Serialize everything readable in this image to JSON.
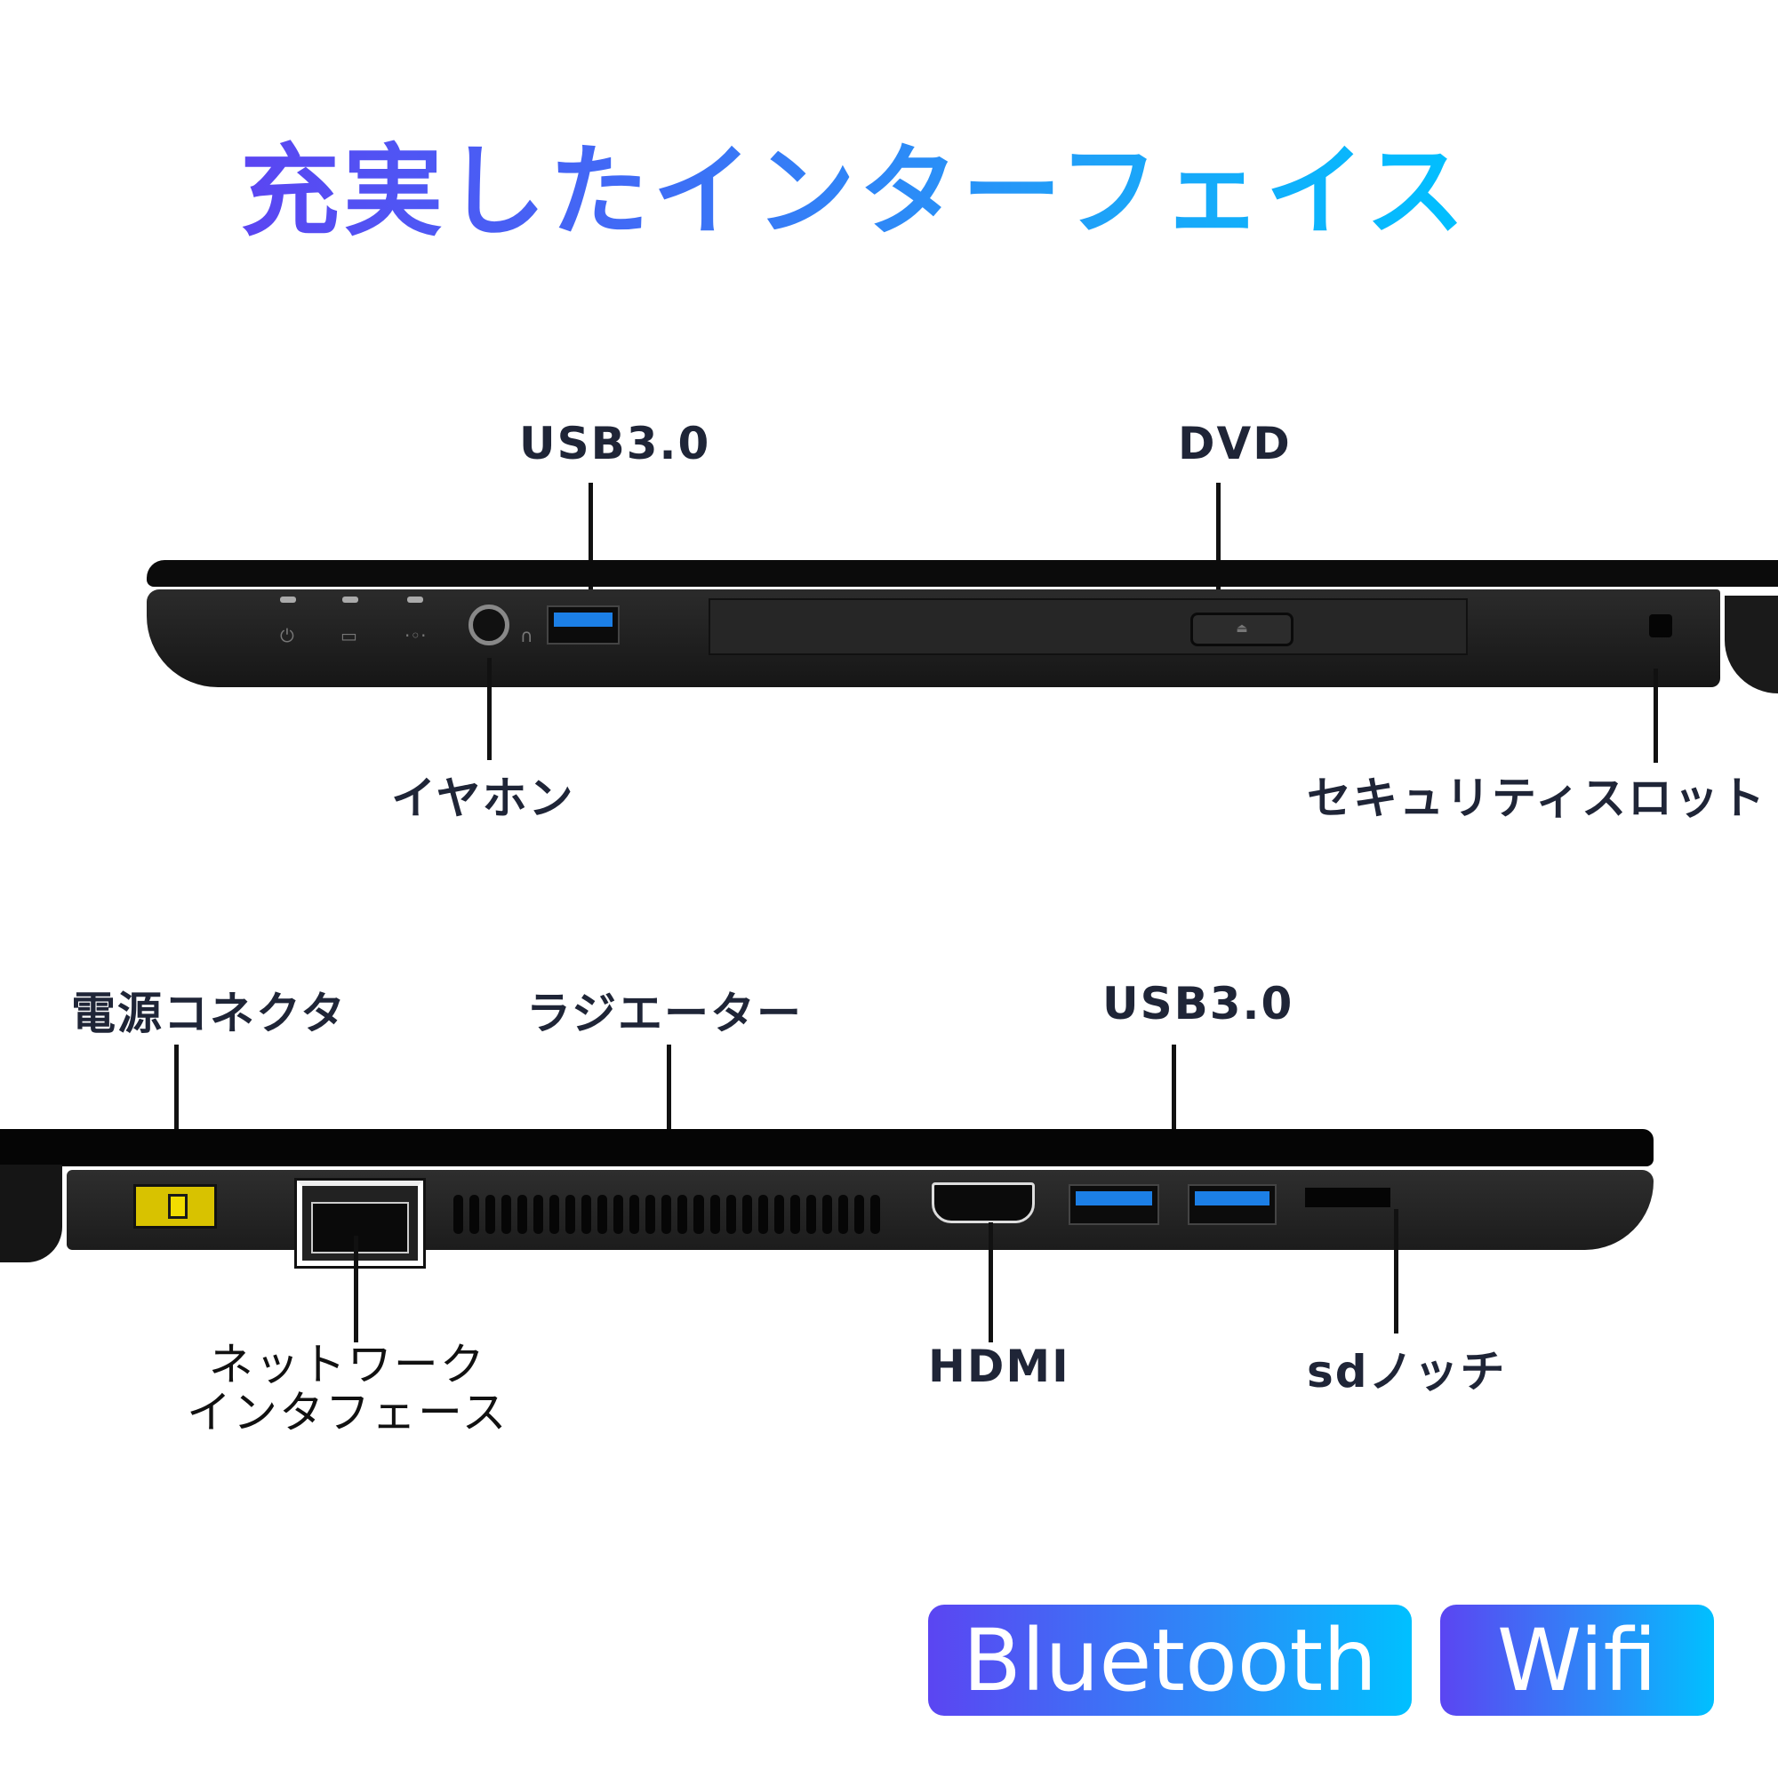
{
  "title": "充実したインターフェイス",
  "colors": {
    "gradient_start": "#5b45f2",
    "gradient_end": "#00c0ff",
    "label_text": "#1f2537",
    "usb_blue": "#1c7fe6",
    "dc_yellow": "#f2dd00"
  },
  "side_view_1": {
    "labels": {
      "usb": "USB3.0",
      "dvd": "DVD",
      "earphone": "イヤホン",
      "security_slot": "セキュリティスロット"
    },
    "icons": [
      "power-icon",
      "battery-icon",
      "wifi-icon",
      "headphone-icon",
      "eject-icon",
      "kensington-lock-icon"
    ]
  },
  "side_view_2": {
    "labels": {
      "power_connector": "電源コネクタ",
      "radiator": "ラジエーター",
      "usb": "USB3.0",
      "network_line1": "ネットワーク",
      "network_line2": "インタフェース",
      "hdmi": "HDMI",
      "sd_notch": "sdノッチ"
    }
  },
  "badges": {
    "bluetooth": "Bluetooth",
    "wifi": "Wifi"
  }
}
